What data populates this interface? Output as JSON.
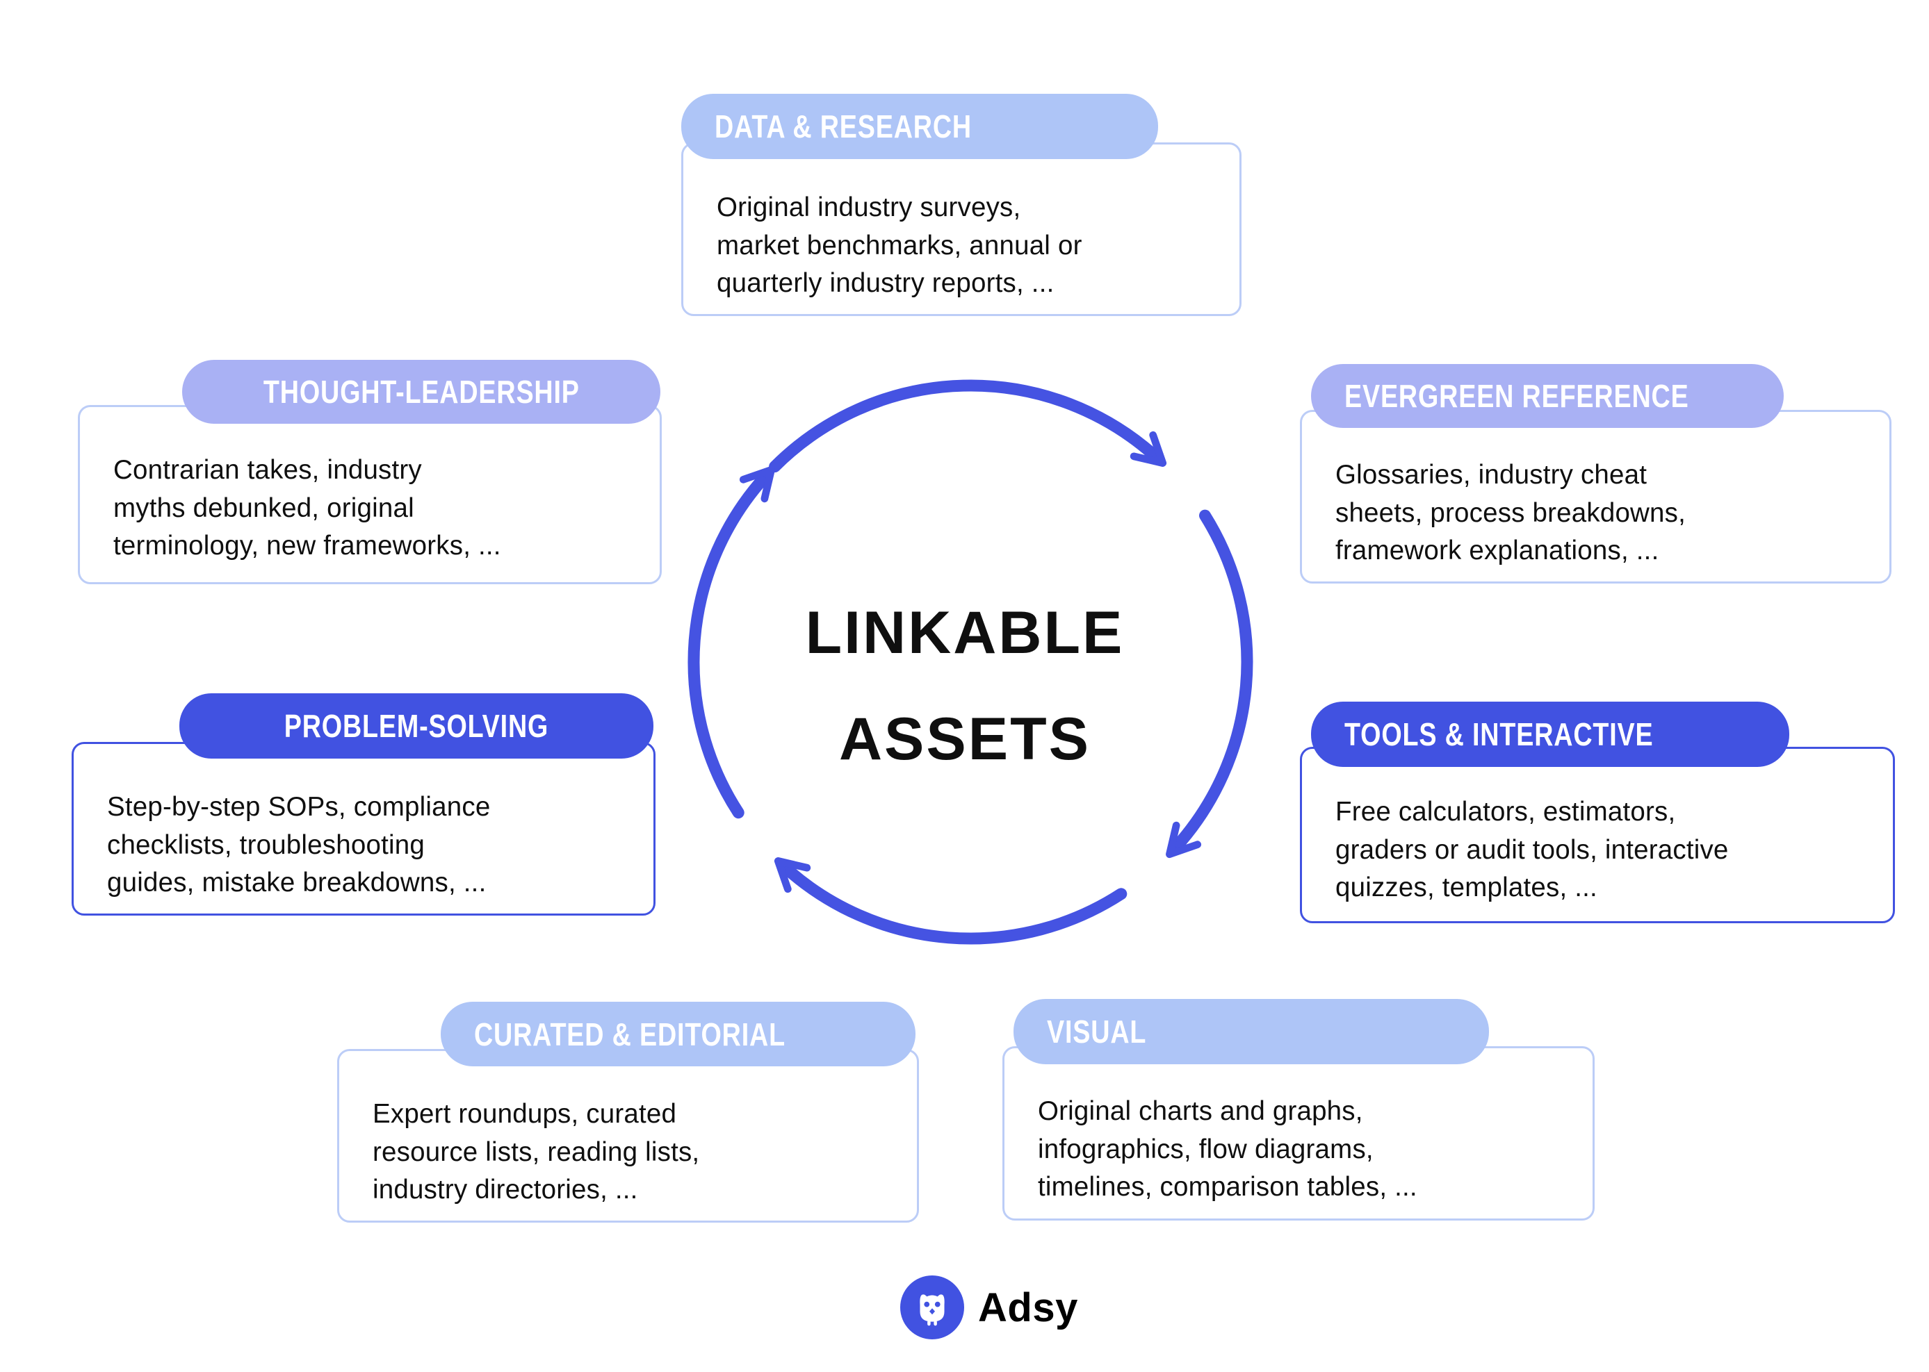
{
  "center": {
    "title": "LINKABLE\nASSETS"
  },
  "boxes": [
    {
      "label": "DATA & RESEARCH",
      "variant": "lightblue",
      "body": "Original industry surveys,\nmarket benchmarks, annual or\nquarterly industry reports, ..."
    },
    {
      "label": "THOUGHT-LEADERSHIP",
      "variant": "periwinkle",
      "body": "Contrarian takes, industry\nmyths debunked, original\nterminology, new frameworks, ..."
    },
    {
      "label": "EVERGREEN REFERENCE",
      "variant": "periwinkle",
      "body": "Glossaries, industry cheat\nsheets, process breakdowns,\nframework explanations, ..."
    },
    {
      "label": "PROBLEM-SOLVING",
      "variant": "dark",
      "body": "Step-by-step SOPs, compliance\nchecklists, troubleshooting\nguides, mistake breakdowns, ..."
    },
    {
      "label": "TOOLS & INTERACTIVE",
      "variant": "dark",
      "body": "Free calculators, estimators,\ngraders or audit tools, interactive\nquizzes, templates, ..."
    },
    {
      "label": "CURATED & EDITORIAL",
      "variant": "lightblue",
      "body": "Expert roundups, curated\nresource lists, reading lists,\nindustry directories, ..."
    },
    {
      "label": "VISUAL",
      "variant": "lightblue",
      "body": "Original charts and graphs,\ninfographics, flow diagrams,\ntimelines, comparison tables, ..."
    }
  ],
  "brand": {
    "name": "Adsy"
  },
  "icons": {
    "badge": "owl-icon",
    "center": "cycle-arrows-icon"
  },
  "colors": {
    "light-blue": "#aec5f7",
    "periwinkle": "#a9b1f4",
    "dark-blue": "#4152e1",
    "arrow-blue": "#4553e2",
    "light-border": "#bccdf7",
    "ink": "#0f0f0f"
  }
}
